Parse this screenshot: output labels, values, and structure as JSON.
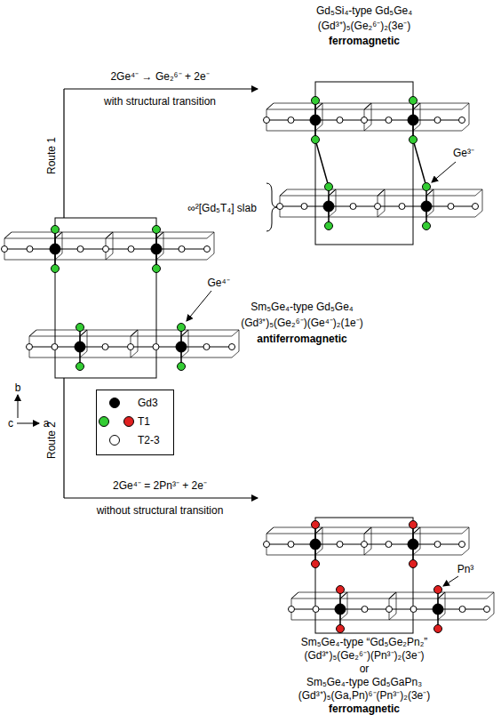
{
  "diagram": {
    "labels": [
      "Gd₅Si₄-type Gd₅Ge₄",
      "(Gd³⁺)₅(Ge₂⁶⁻)₂(3e⁻)",
      "ferromagnetic",
      "2Ge⁴⁻ → Ge₂⁶⁻ + 2e⁻",
      "with structural transition",
      "Route 1",
      "Ge³⁻",
      "∞²[Gd₅T₄] slab",
      "Ge⁴⁻",
      "Sm₅Ge₄-type Gd₅Ge₄",
      "(Gd³⁺)₅(Ge₂⁶⁻)(Ge⁴⁻)₂(1e⁻)",
      "antiferromagnetic",
      "b",
      "c",
      "a",
      "/",
      "Route 2",
      "2Ge⁴⁻ = 2Pn³⁻ + 2e⁻",
      "without structural transition",
      "Pn³",
      "Sm₅Ge₄-type “Gd₅Ge₂Pn₂”",
      "(Gd³⁺)₅(Ge₂⁶⁻)(Pn³⁻)₂(3e⁻)",
      "or",
      "Sm₅Ge₄-type Gd₅GaPn₃",
      "(Gd³⁺)₅(Ga,Pn)⁶⁻(Pn³⁻)₂(3e⁻)",
      "ferromagnetic"
    ],
    "legend": [
      {
        "text": "Gd3",
        "color": "#000000"
      },
      {
        "text": "T1"
      },
      {
        "text": "T2-3",
        "color": "#ffffff"
      }
    ]
  }
}
